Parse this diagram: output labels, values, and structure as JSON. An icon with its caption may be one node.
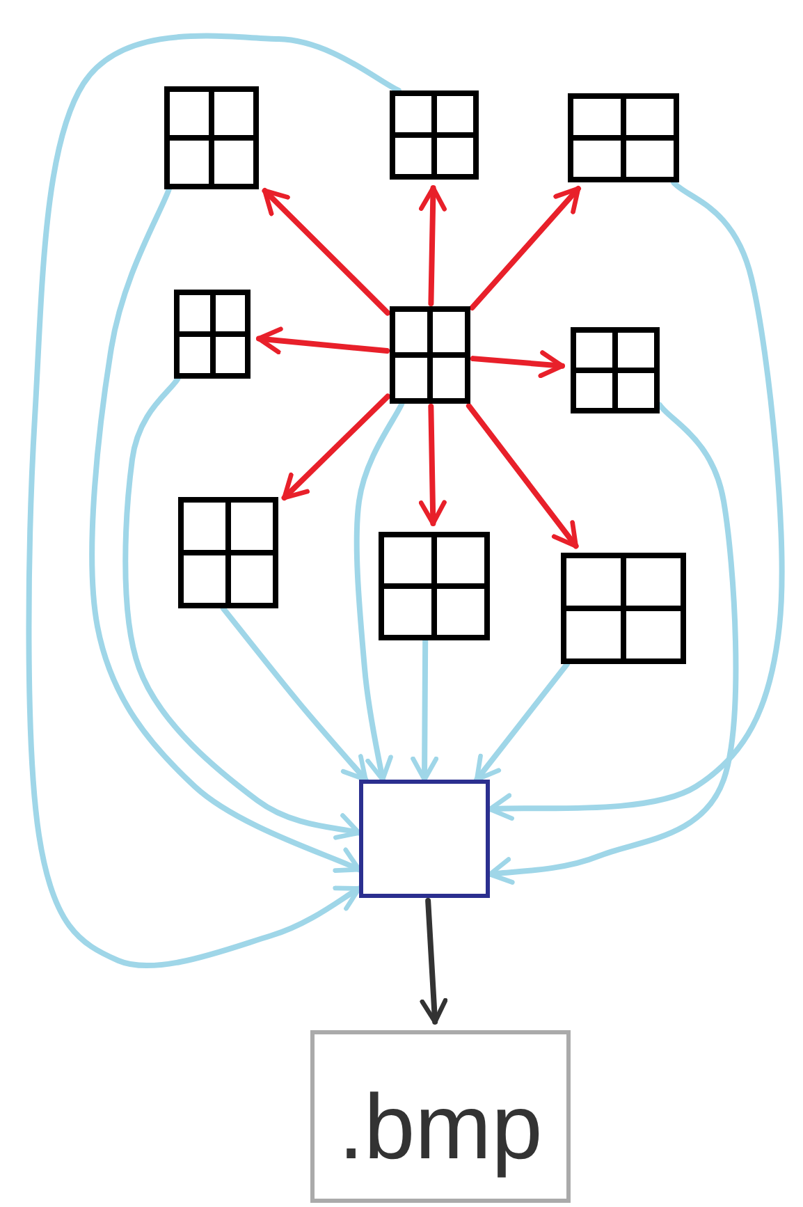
{
  "diagram": {
    "nodes": [
      {
        "text": [],
        "shape": "grid"
      },
      {
        "text": [],
        "shape": "grid"
      },
      {
        "text": [],
        "shape": "grid"
      },
      {
        "text": [],
        "shape": "grid"
      },
      {
        "text": [],
        "shape": "grid"
      },
      {
        "text": [],
        "shape": "grid"
      },
      {
        "text": [],
        "shape": "grid"
      },
      {
        "text": [],
        "shape": "grid"
      },
      {
        "text": [],
        "shape": "grid"
      },
      {
        "text": [],
        "shape": "box"
      },
      {
        "text": [
          ".bmp"
        ]
      }
    ],
    "edges": [
      {
        "from": 4,
        "to": 0,
        "arrow": "to",
        "color": "#e8202a"
      },
      {
        "from": 4,
        "to": 1,
        "arrow": "to",
        "color": "#e8202a"
      },
      {
        "from": 4,
        "to": 2,
        "arrow": "to",
        "color": "#e8202a"
      },
      {
        "from": 4,
        "to": 3,
        "arrow": "to",
        "color": "#e8202a"
      },
      {
        "from": 4,
        "to": 5,
        "arrow": "to",
        "color": "#e8202a"
      },
      {
        "from": 4,
        "to": 6,
        "arrow": "to",
        "color": "#e8202a"
      },
      {
        "from": 4,
        "to": 7,
        "arrow": "to",
        "color": "#e8202a"
      },
      {
        "from": 4,
        "to": 8,
        "arrow": "to",
        "color": "#e8202a"
      },
      {
        "from": 0,
        "to": 9,
        "arrow": "to"
      },
      {
        "from": 1,
        "to": 9,
        "arrow": "to"
      },
      {
        "from": 2,
        "to": 9,
        "arrow": "to"
      },
      {
        "from": 3,
        "to": 9,
        "arrow": "to"
      },
      {
        "from": 4,
        "to": 9,
        "arrow": "to"
      },
      {
        "from": 5,
        "to": 9,
        "arrow": "to"
      },
      {
        "from": 6,
        "to": 9,
        "arrow": "to"
      },
      {
        "from": 7,
        "to": 9,
        "arrow": "to"
      },
      {
        "from": 8,
        "to": 9,
        "arrow": "to"
      },
      {
        "from": 9,
        "to": 10,
        "arrow": "to",
        "color": "#333333"
      }
    ]
  }
}
